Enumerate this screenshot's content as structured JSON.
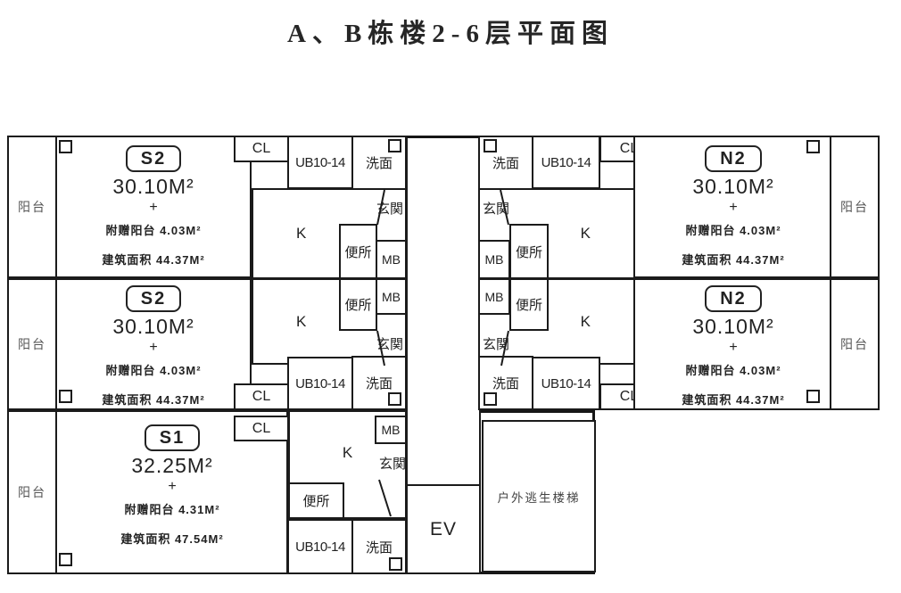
{
  "title": "A、B栋楼2-6层平面图",
  "labels": {
    "balcony": "阳台",
    "closet": "CL",
    "unit_bath": "UB10-14",
    "washroom": "洗面",
    "entry": "玄関",
    "kitchen": "K",
    "toilet": "便所",
    "meter_box": "MB",
    "elevator": "EV",
    "escape_stairs": "户外逃生楼梯",
    "plus": "+"
  },
  "units": {
    "s2_top": {
      "name": "S2",
      "area": "30.10M²",
      "bonus": "附赠阳台 4.03M²",
      "total": "建筑面积 44.37M²"
    },
    "n2_top": {
      "name": "N2",
      "area": "30.10M²",
      "bonus": "附赠阳台 4.03M²",
      "total": "建筑面积 44.37M²"
    },
    "s2_mid": {
      "name": "S2",
      "area": "30.10M²",
      "bonus": "附赠阳台 4.03M²",
      "total": "建筑面积 44.37M²"
    },
    "n2_mid": {
      "name": "N2",
      "area": "30.10M²",
      "bonus": "附赠阳台 4.03M²",
      "total": "建筑面积 44.37M²"
    },
    "s1_bottom": {
      "name": "S1",
      "area": "32.25M²",
      "bonus": "附赠阳台 4.31M²",
      "total": "建筑面积 47.54M²"
    }
  }
}
